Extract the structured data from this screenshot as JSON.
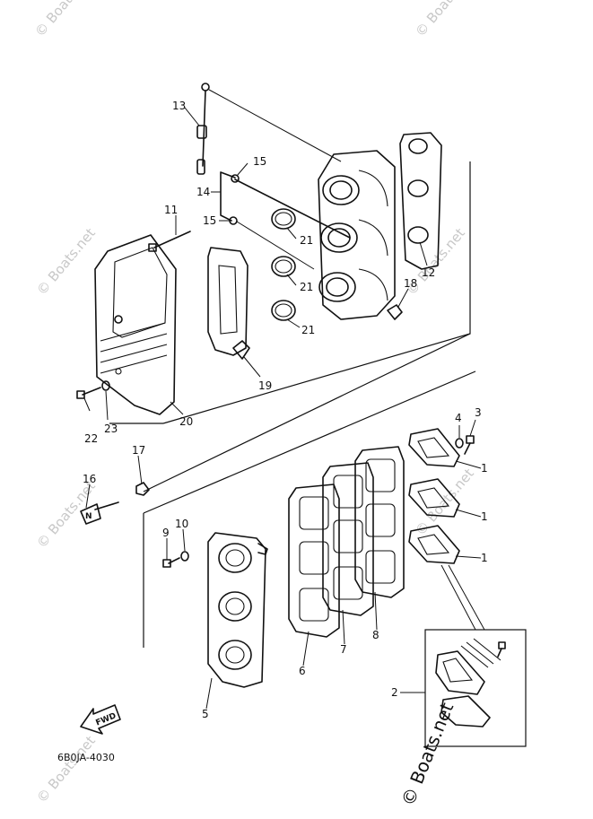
{
  "watermark": {
    "text": "© Boats.net"
  },
  "diagram_code": "6B0JA-4030",
  "fwd_label": "FWD",
  "callouts": [
    "1",
    "2",
    "3",
    "4",
    "5",
    "6",
    "7",
    "8",
    "9",
    "10",
    "11",
    "12",
    "13",
    "14",
    "15",
    "16",
    "17",
    "18",
    "19",
    "20",
    "21",
    "22",
    "23"
  ]
}
